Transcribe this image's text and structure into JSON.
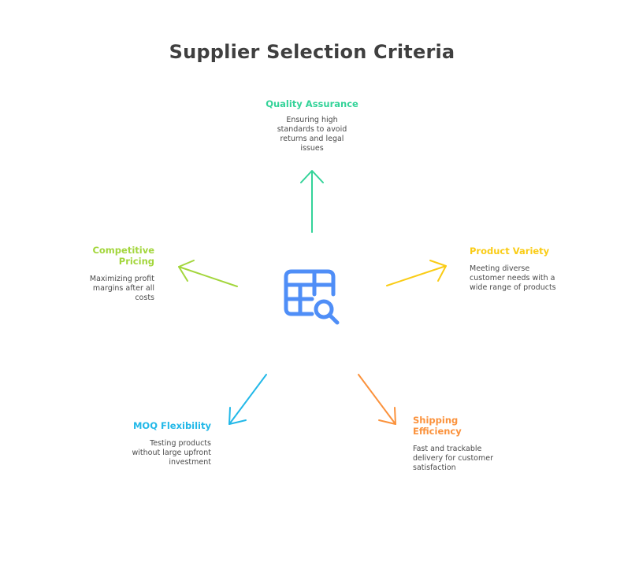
{
  "title": "Supplier Selection Criteria",
  "colors": {
    "title": "#3f3f3f",
    "center_icon": "#4f8ef7",
    "quality": "#34d399",
    "pricing": "#a3d63c",
    "variety": "#facc15",
    "moq": "#22b8e8",
    "shipping": "#fb923c"
  },
  "center_icon": "table-search-icon",
  "criteria": [
    {
      "id": "quality",
      "heading": "Quality Assurance",
      "description": "Ensuring high standards to avoid returns and legal issues"
    },
    {
      "id": "pricing",
      "heading": "Competitive Pricing",
      "description": "Maximizing profit margins after all costs"
    },
    {
      "id": "variety",
      "heading": "Product Variety",
      "description": "Meeting diverse customer needs with a wide range of products"
    },
    {
      "id": "moq",
      "heading": "MOQ Flexibility",
      "description": "Testing products without large upfront investment"
    },
    {
      "id": "shipping",
      "heading": "Shipping Efficiency",
      "description": "Fast and trackable delivery for customer satisfaction"
    }
  ]
}
